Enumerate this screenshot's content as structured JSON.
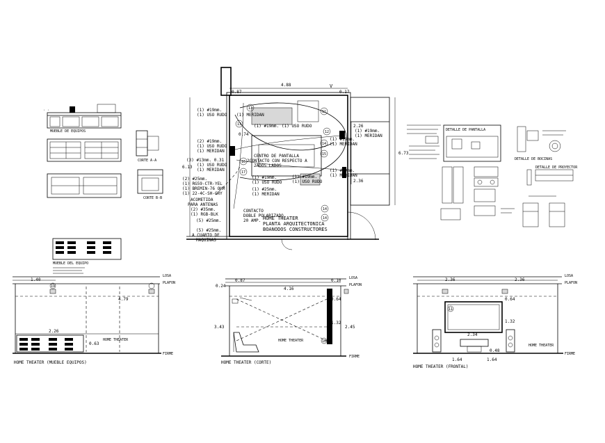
{
  "plan": {
    "title_1": "HOME THEATER",
    "title_2": "PLANTA ARQUITECTONICA",
    "title_3": "BOANODOS CONSTRUCTORES",
    "dim_top": "4.88",
    "dim_top_left": "0.87",
    "dim_top_right": "0.17",
    "dim_right_total": "6.73",
    "dim_right_1": "2.26",
    "dim_right_2": "2.36",
    "dim_left": "6.13",
    "dim_left_2": "0.74",
    "north_label": "V",
    "notes": [
      "(1) #19mm.",
      "(1) USO RUDO",
      "(1) MERIDAN",
      "(2) #19mm.",
      "(1) USO RUDO",
      "(1) MERIDAN",
      "(3) #13mm. 0.31",
      "(1) USO RUDO",
      "(1) MERIDAN",
      "(2) #25mm.",
      "(1) RG59-CTR-YEL",
      "(1) BREMIN-76 OHM",
      "(1) 22-4C-SH-GRY",
      "ACOMETIDA",
      "PARA ANTENAS",
      "(2) #35mm.",
      "(1) RGB-BLK",
      "(5) #25mm.",
      "(5) #25mm.",
      "A CUARTO DE",
      "MAQUINAS"
    ],
    "center_notes": [
      "CENTRO DE PANTALLA",
      "2CONTACTO CON RESPECTO A",
      "2ADOS LADOS",
      "(1) #19mm.",
      "(1) USO RUDO",
      "(1) #19mm.",
      "(1) USO RUDO",
      "(1) #25mm.",
      "(1) MERIDAN",
      "CONTACTO",
      "DOBLE POLARIZADO",
      "20 AMP."
    ],
    "right_notes": [
      "(1) #19mm.",
      "(1) MERIDAN",
      "(1) #19mm.",
      "(1) MERIDAN",
      "(1) #19mm.",
      "(1) USO RUDO",
      "(1) #19mm.",
      "(1) MERIDAN"
    ],
    "tags": [
      "13",
      "11",
      "12",
      "13",
      "14",
      "15",
      "16",
      "17",
      "14",
      "14"
    ]
  },
  "elevations": [
    {
      "caption": "HOME THEATER (MUEBLE EQUIPOS)",
      "losa": "LOSA",
      "plafon": "PLAFON",
      "firme": "FIRME",
      "room_label": "HOME THEATER",
      "dim_a": "1.40",
      "dim_b": "4.79",
      "dim_c": "2.26",
      "dim_d": "0.63",
      "tag": "19"
    },
    {
      "caption": "HOME THEATER (CORTE)",
      "losa": "LOSA",
      "plafon": "PLAFON",
      "firme": "FIRME",
      "room_label": "HOME THEATER",
      "dim_a": "0.87",
      "dim_b": "4.16",
      "dim_c": "0.10",
      "dim_d": "3.43",
      "dim_e": "2.45",
      "dim_f": "1.32",
      "dim_g": "0.64",
      "dim_h": "0.24",
      "tag": "16"
    },
    {
      "caption": "HOME THEATER (FRONTAL)",
      "losa": "LOSA",
      "plafon": "PLAFON",
      "firme": "FIRME",
      "room_label": "HOME THEATER",
      "dim_a": "2.36",
      "dim_b": "2.36",
      "dim_c": "2.34",
      "dim_d": "1.64",
      "dim_e": "1.64",
      "dim_f": "0.64",
      "dim_g": "1.32",
      "dim_h": "0.48",
      "tag": "11"
    }
  ],
  "details_left": {
    "label_1": "MUEBLE DE EQUIPOS",
    "label_2": "CORTE A-A",
    "label_3": "CORTE B-B",
    "label_4": "MUEBLE DEL EQUIPO"
  },
  "details_right": {
    "label_1": "DETALLE DE PANTALLA",
    "label_2": "DETALLE DE BOCINAS",
    "label_3": "DETALLE DE PROYECTOR"
  }
}
